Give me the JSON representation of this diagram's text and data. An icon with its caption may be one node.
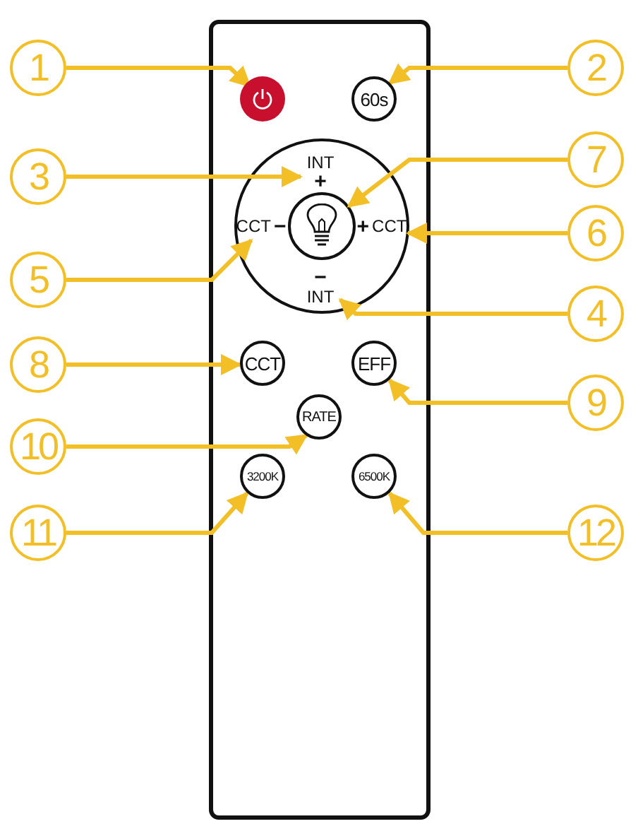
{
  "diagram": {
    "nodes": [
      {
        "text": [],
        "shape": "box"
      },
      {
        "text": [],
        "shape": "circle",
        "in": 0
      },
      {
        "text": [
          "60s"
        ],
        "in": 0
      },
      {
        "text": [],
        "shape": "circle",
        "in": 0
      },
      {
        "text": [
          "INT",
          "+"
        ],
        "in": 3
      },
      {
        "text": [
          "CCT",
          "−"
        ],
        "in": 3
      },
      {
        "text": [
          "+",
          "CCT"
        ],
        "in": 3
      },
      {
        "text": [
          "−",
          "INT"
        ],
        "in": 3
      },
      {
        "text": [],
        "shape": "circle",
        "in": 3
      },
      {
        "text": [
          "CCT"
        ],
        "in": 0
      },
      {
        "text": [
          "EFF"
        ],
        "in": 0
      },
      {
        "text": [
          "RATE"
        ],
        "in": 0
      },
      {
        "text": [
          "3200K"
        ],
        "in": 0
      },
      {
        "text": [
          "6500K"
        ],
        "in": 0
      },
      {
        "text": [
          "1"
        ]
      },
      {
        "text": [
          "2"
        ]
      },
      {
        "text": [
          "3"
        ]
      },
      {
        "text": [
          "4"
        ]
      },
      {
        "text": [
          "5"
        ]
      },
      {
        "text": [
          "6"
        ]
      },
      {
        "text": [
          "7"
        ]
      },
      {
        "text": [
          "8"
        ]
      },
      {
        "text": [
          "9"
        ]
      },
      {
        "text": [
          "10"
        ]
      },
      {
        "text": [
          "11"
        ]
      },
      {
        "text": [
          "12"
        ]
      }
    ],
    "edges": [
      {
        "from": 14,
        "to": 1,
        "arrow": "to"
      },
      {
        "from": 15,
        "to": 2,
        "arrow": "to"
      },
      {
        "from": 16,
        "to": 4,
        "arrow": "to"
      },
      {
        "from": 17,
        "to": 7,
        "arrow": "to"
      },
      {
        "from": 18,
        "to": 5,
        "arrow": "to"
      },
      {
        "from": 19,
        "to": 6,
        "arrow": "to"
      },
      {
        "from": 20,
        "to": 8,
        "arrow": "to"
      },
      {
        "from": 21,
        "to": 9,
        "arrow": "to"
      },
      {
        "from": 22,
        "to": 10,
        "arrow": "to"
      },
      {
        "from": 23,
        "to": 11,
        "arrow": "to"
      },
      {
        "from": 24,
        "to": 12,
        "arrow": "to"
      },
      {
        "from": 25,
        "to": 13,
        "arrow": "to"
      }
    ]
  }
}
